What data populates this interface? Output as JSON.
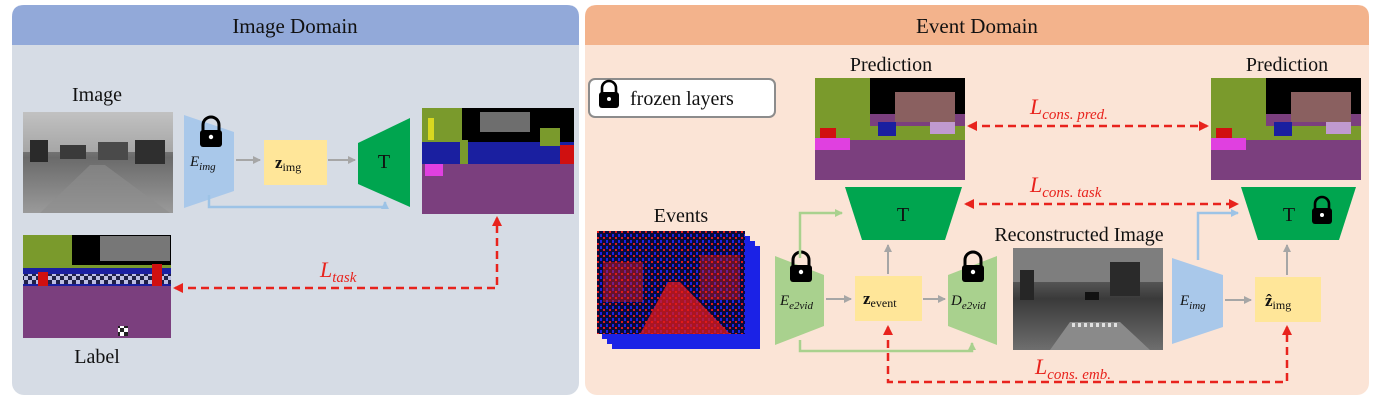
{
  "panels": {
    "image_domain": {
      "title": "Image Domain"
    },
    "event_domain": {
      "title": "Event Domain"
    }
  },
  "image_domain": {
    "image_label": "Image",
    "label_caption": "Label",
    "encoder": "E",
    "encoder_sub": "img",
    "latent": "z",
    "latent_sub": "img",
    "task_head": "T",
    "loss": "L",
    "loss_sub": "task"
  },
  "event_domain": {
    "legend_text": "frozen layers",
    "prediction_left": "Prediction",
    "prediction_right": "Prediction",
    "events_label": "Events",
    "reconstructed_label": "Reconstructed Image",
    "encoder_e2vid": "E",
    "encoder_e2vid_sub": "e2vid",
    "latent_event": "z",
    "latent_event_sub": "event",
    "decoder_e2vid": "D",
    "decoder_e2vid_sub": "e2vid",
    "encoder_img": "E",
    "encoder_img_sub": "img",
    "latent_img_hat": "ẑ",
    "latent_img_hat_sub": "img",
    "task_head_left": "T",
    "task_head_right": "T",
    "loss_pred": "L",
    "loss_pred_sub": "cons. pred.",
    "loss_task": "L",
    "loss_task_sub": "cons. task",
    "loss_emb": "L",
    "loss_emb_sub": "cons. emb."
  },
  "colors": {
    "image_header": "#92a9d9",
    "image_body": "#d6dce5",
    "event_header": "#f3b38c",
    "event_body": "#fbe4d6",
    "encoder_blue": "#a9c8ea",
    "encoder_green": "#a9d18e",
    "latent_yellow": "#ffe699",
    "head_green": "#00a54f",
    "loss_red": "#e8231d",
    "seg_purple": "#7b3f7e",
    "seg_green": "#7a9a2c",
    "seg_blue": "#1a1fa0"
  }
}
